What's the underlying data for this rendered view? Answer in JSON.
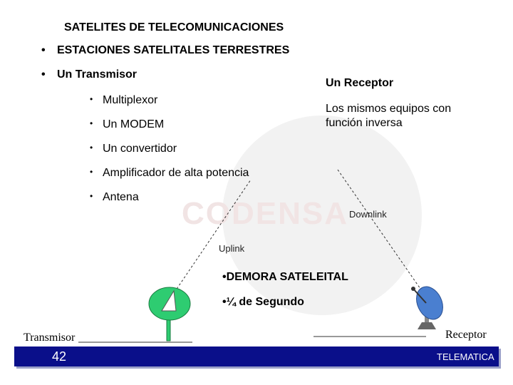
{
  "header": {
    "title": "SATELITES DE TELECOMUNICACIONES"
  },
  "bullets": {
    "b1": "ESTACIONES SATELITALES TERRESTRES",
    "b2": "Un Transmisor",
    "dot": "•"
  },
  "transmisor_items": [
    "Multiplexor",
    "Un MODEM",
    "Un convertidor",
    "Amplificador de alta potencia",
    "Antena"
  ],
  "receptor": {
    "heading": "Un Receptor",
    "text": "Los mismos equipos con función inversa"
  },
  "diagram": {
    "watermark": "CODENSA",
    "downlink": "Downlink",
    "uplink": "Uplink",
    "demora": "•DEMORA SATELEITAL",
    "cuarto": "•¼ de Segundo",
    "transmisor": "Transmisor",
    "receptor": "Receptor"
  },
  "footer": {
    "page": "42",
    "label": "TELEMATICA"
  },
  "colors": {
    "footer_bar": "#0a0f8a",
    "dish_fill": "#2ecc71",
    "receptor_dish": "#4a7fd0"
  },
  "icons": [
    "transmitter-dish-icon",
    "receiver-dish-icon"
  ]
}
